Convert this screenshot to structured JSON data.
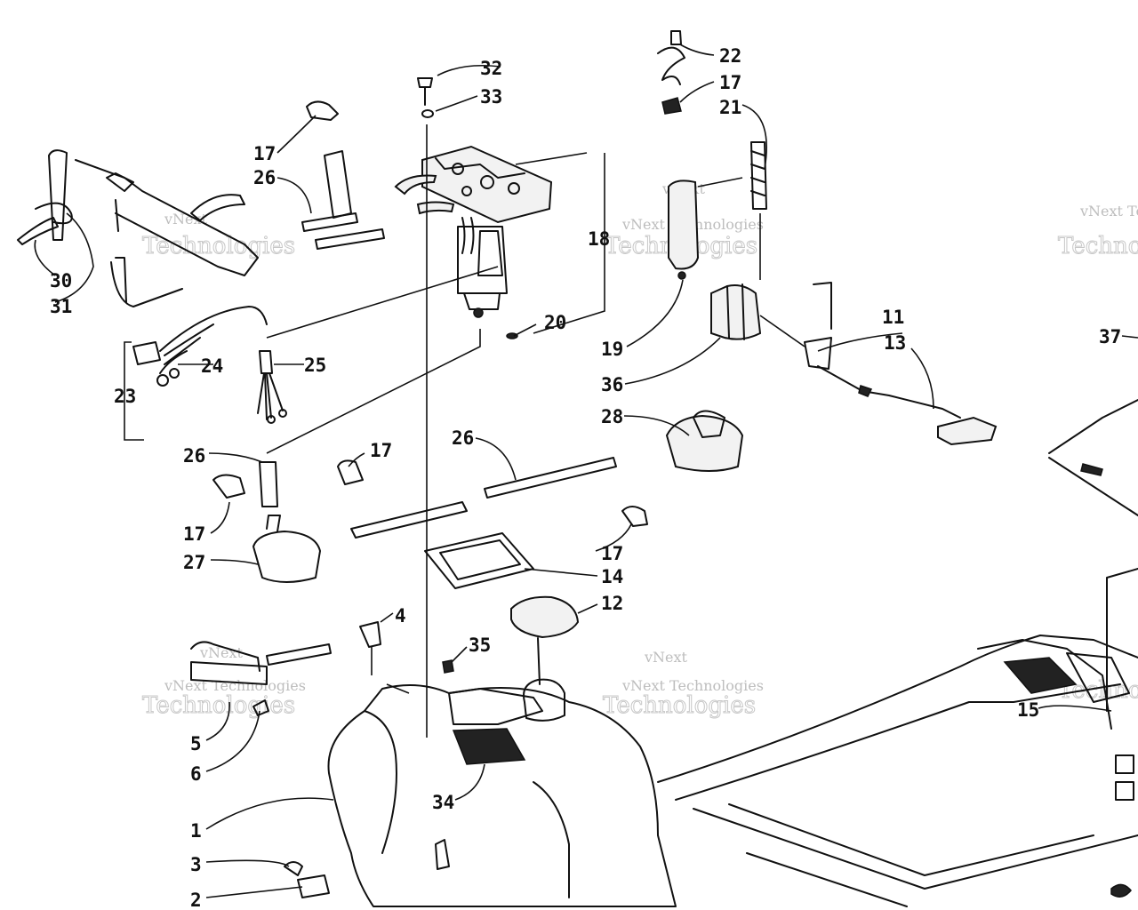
{
  "watermark": {
    "line1": "vNext",
    "line2": "Technologies",
    "inline": "vNext Technologies"
  },
  "callouts": [
    {
      "id": "c1",
      "label": "1"
    },
    {
      "id": "c2",
      "label": "2"
    },
    {
      "id": "c3",
      "label": "3"
    },
    {
      "id": "c4",
      "label": "4"
    },
    {
      "id": "c5",
      "label": "5"
    },
    {
      "id": "c6",
      "label": "6"
    },
    {
      "id": "c11",
      "label": "11"
    },
    {
      "id": "c12",
      "label": "12"
    },
    {
      "id": "c13",
      "label": "13"
    },
    {
      "id": "c14",
      "label": "14"
    },
    {
      "id": "c15",
      "label": "15"
    },
    {
      "id": "c17a",
      "label": "17"
    },
    {
      "id": "c17b",
      "label": "17"
    },
    {
      "id": "c17c",
      "label": "17"
    },
    {
      "id": "c17d",
      "label": "17"
    },
    {
      "id": "c17e",
      "label": "17"
    },
    {
      "id": "c18",
      "label": "18"
    },
    {
      "id": "c19",
      "label": "19"
    },
    {
      "id": "c20",
      "label": "20"
    },
    {
      "id": "c21",
      "label": "21"
    },
    {
      "id": "c22",
      "label": "22"
    },
    {
      "id": "c23",
      "label": "23"
    },
    {
      "id": "c24",
      "label": "24"
    },
    {
      "id": "c25",
      "label": "25"
    },
    {
      "id": "c26a",
      "label": "26"
    },
    {
      "id": "c26b",
      "label": "26"
    },
    {
      "id": "c26c",
      "label": "26"
    },
    {
      "id": "c27",
      "label": "27"
    },
    {
      "id": "c28",
      "label": "28"
    },
    {
      "id": "c30",
      "label": "30"
    },
    {
      "id": "c31",
      "label": "31"
    },
    {
      "id": "c32",
      "label": "32"
    },
    {
      "id": "c33",
      "label": "33"
    },
    {
      "id": "c34",
      "label": "34"
    },
    {
      "id": "c35",
      "label": "35"
    },
    {
      "id": "c36",
      "label": "36"
    },
    {
      "id": "c37",
      "label": "37"
    }
  ]
}
